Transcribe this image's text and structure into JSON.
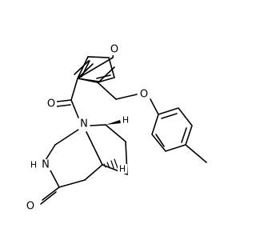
{
  "molecule": {
    "atoms": {
      "o_furan": "O",
      "o_carbonyl": "O",
      "o_ether": "O",
      "n_bridge": "N",
      "n_amide": "N",
      "o_lactam": "O",
      "h_top": "H",
      "h_bottom": "H",
      "h_amide": "H"
    },
    "colors": {
      "bond": "#000000",
      "label": "#000000",
      "background": "#ffffff"
    }
  }
}
